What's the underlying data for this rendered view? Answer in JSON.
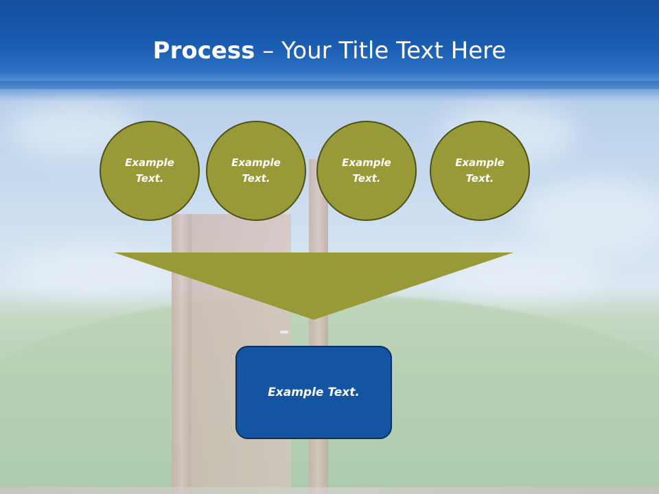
{
  "slide": {
    "title_bold": "Process",
    "title_separator": " – ",
    "title_rest": "Your Title Text Here"
  },
  "process_steps": [
    {
      "line1": "Example",
      "line2": "Text."
    },
    {
      "line1": "Example",
      "line2": "Text."
    },
    {
      "line1": "Example",
      "line2": "Text."
    },
    {
      "line1": "Example",
      "line2": "Text."
    }
  ],
  "result": {
    "label": "Example Text."
  },
  "colors": {
    "header_blue": "#1a5fb4",
    "circle_olive": "#979a36",
    "circle_border": "#4f5018",
    "funnel_olive": "#979a36",
    "result_blue": "#1455a3",
    "text_white": "#ffffff"
  }
}
